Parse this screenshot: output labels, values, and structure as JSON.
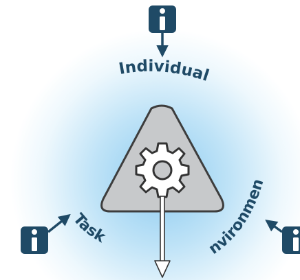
{
  "labels": {
    "top": "Individual",
    "left": "Task",
    "right": "Environment"
  },
  "icons": {
    "info_glyph": "i",
    "center": "gear-icon",
    "nodes": "info-icon"
  },
  "colors": {
    "navy": "#1f4a66",
    "arrow": "#1f4a66",
    "glow_inner": "#9fd4f2",
    "glow_outer": "#ffffff",
    "triangle_fill": "#c7c9cb",
    "triangle_stroke": "#3d3d3d",
    "gear_fill": "#ffffff",
    "gear_stroke": "#333333"
  }
}
